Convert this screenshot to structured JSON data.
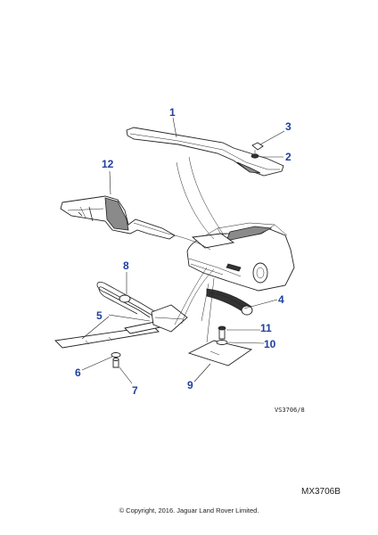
{
  "callouts": {
    "c1": "1",
    "c2": "2",
    "c3": "3",
    "c4": "4",
    "c5": "5",
    "c6": "6",
    "c7": "7",
    "c8": "8",
    "c9": "9",
    "c10": "10",
    "c11": "11",
    "c12": "12"
  },
  "ref_code": "VS3706/8",
  "part_code": "MX3706B",
  "copyright": "© Copyright, 2016. Jaguar Land Rover Limited.",
  "colors": {
    "callout": "#1f3f9f",
    "line": "#222222"
  }
}
